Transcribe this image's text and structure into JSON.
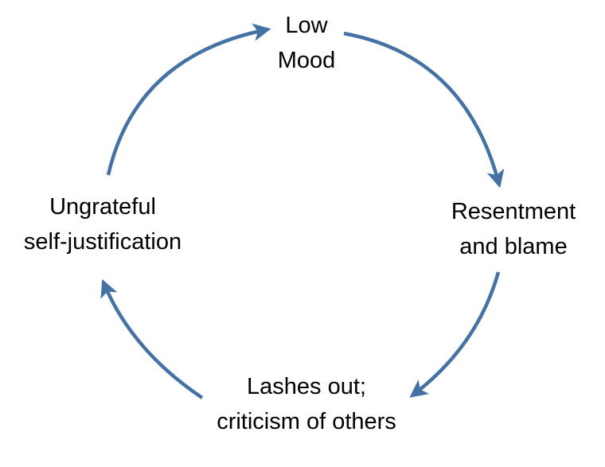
{
  "nodes": {
    "top": {
      "line1": "Low",
      "line2": "Mood"
    },
    "right": {
      "line1": "Resentment",
      "line2": "and blame"
    },
    "bottom": {
      "line1": "Lashes out;",
      "line2": "criticism of others"
    },
    "left": {
      "line1": "Ungrateful",
      "line2": "self-justification"
    }
  },
  "colors": {
    "arrow": "#4472A4",
    "text": "#000000",
    "background": "#FFFFFF"
  }
}
